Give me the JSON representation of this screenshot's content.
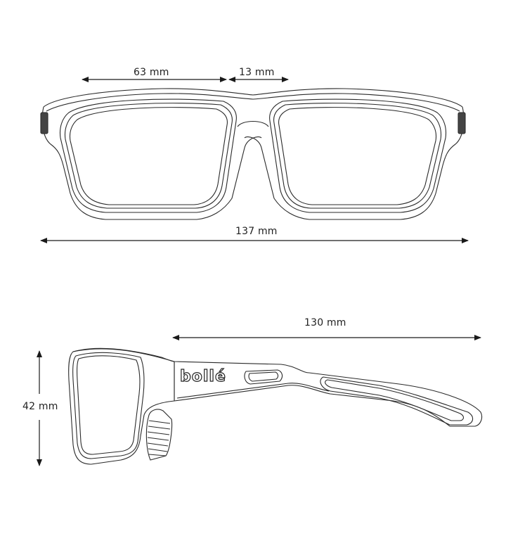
{
  "diagram": {
    "subject": "Sunglasses dimension drawing",
    "brand_logo_text": "bollé",
    "views": [
      {
        "name": "front-view"
      },
      {
        "name": "side-view"
      }
    ]
  },
  "dimensions": {
    "lens_width": {
      "value": 63,
      "unit": "mm",
      "label": "63 mm"
    },
    "bridge_width": {
      "value": 13,
      "unit": "mm",
      "label": "13 mm"
    },
    "frame_width": {
      "value": 137,
      "unit": "mm",
      "label": "137 mm"
    },
    "temple_length": {
      "value": 130,
      "unit": "mm",
      "label": "130 mm"
    },
    "lens_height": {
      "value": 42,
      "unit": "mm",
      "label": "42 mm"
    }
  },
  "colors": {
    "line": "#2a2a2a",
    "background": "#ffffff"
  }
}
